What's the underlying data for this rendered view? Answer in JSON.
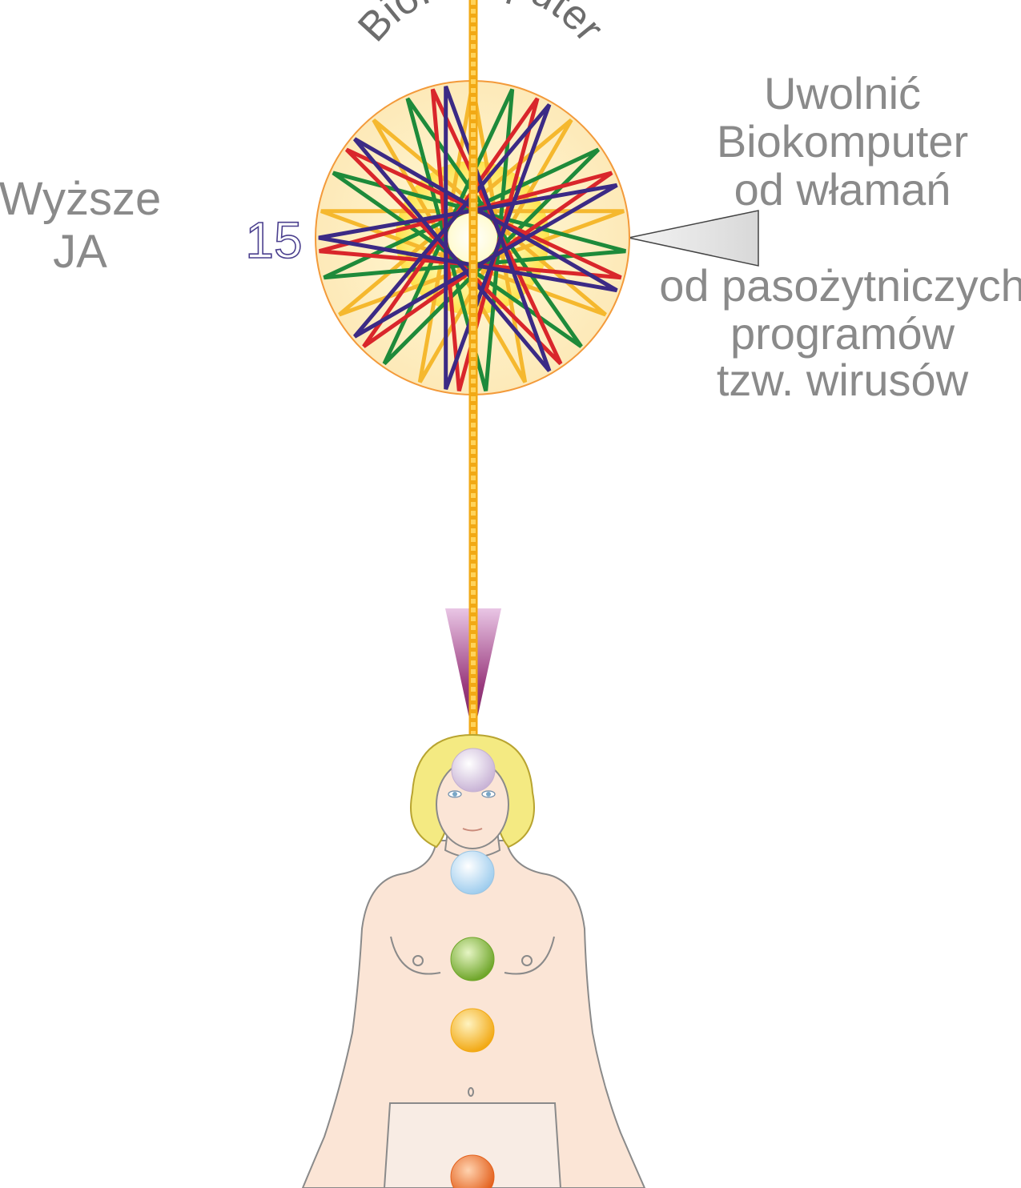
{
  "diagram": {
    "arc_title": "BioKomputer",
    "number_label": "15",
    "left_label": {
      "lines": [
        "Wyższe",
        "JA"
      ]
    },
    "right_label_top": {
      "lines": [
        "Uwolnić",
        "Biokomputer",
        "od włamań"
      ]
    },
    "right_label_bottom": {
      "lines": [
        "od pasożytniczych",
        "programów",
        "tzw. wirusów"
      ]
    },
    "star_colors": [
      "#f5b82e",
      "#1e8a3a",
      "#d9262b",
      "#3b2a85"
    ],
    "cord_color": "#f5b82e",
    "chakra_colors": {
      "crown": "#e2d2e8",
      "throat": "#cfe6f5",
      "heart": "#9ccb44",
      "solar_plexus": "#f8c23a",
      "sacral": "#ef7d2e"
    }
  }
}
